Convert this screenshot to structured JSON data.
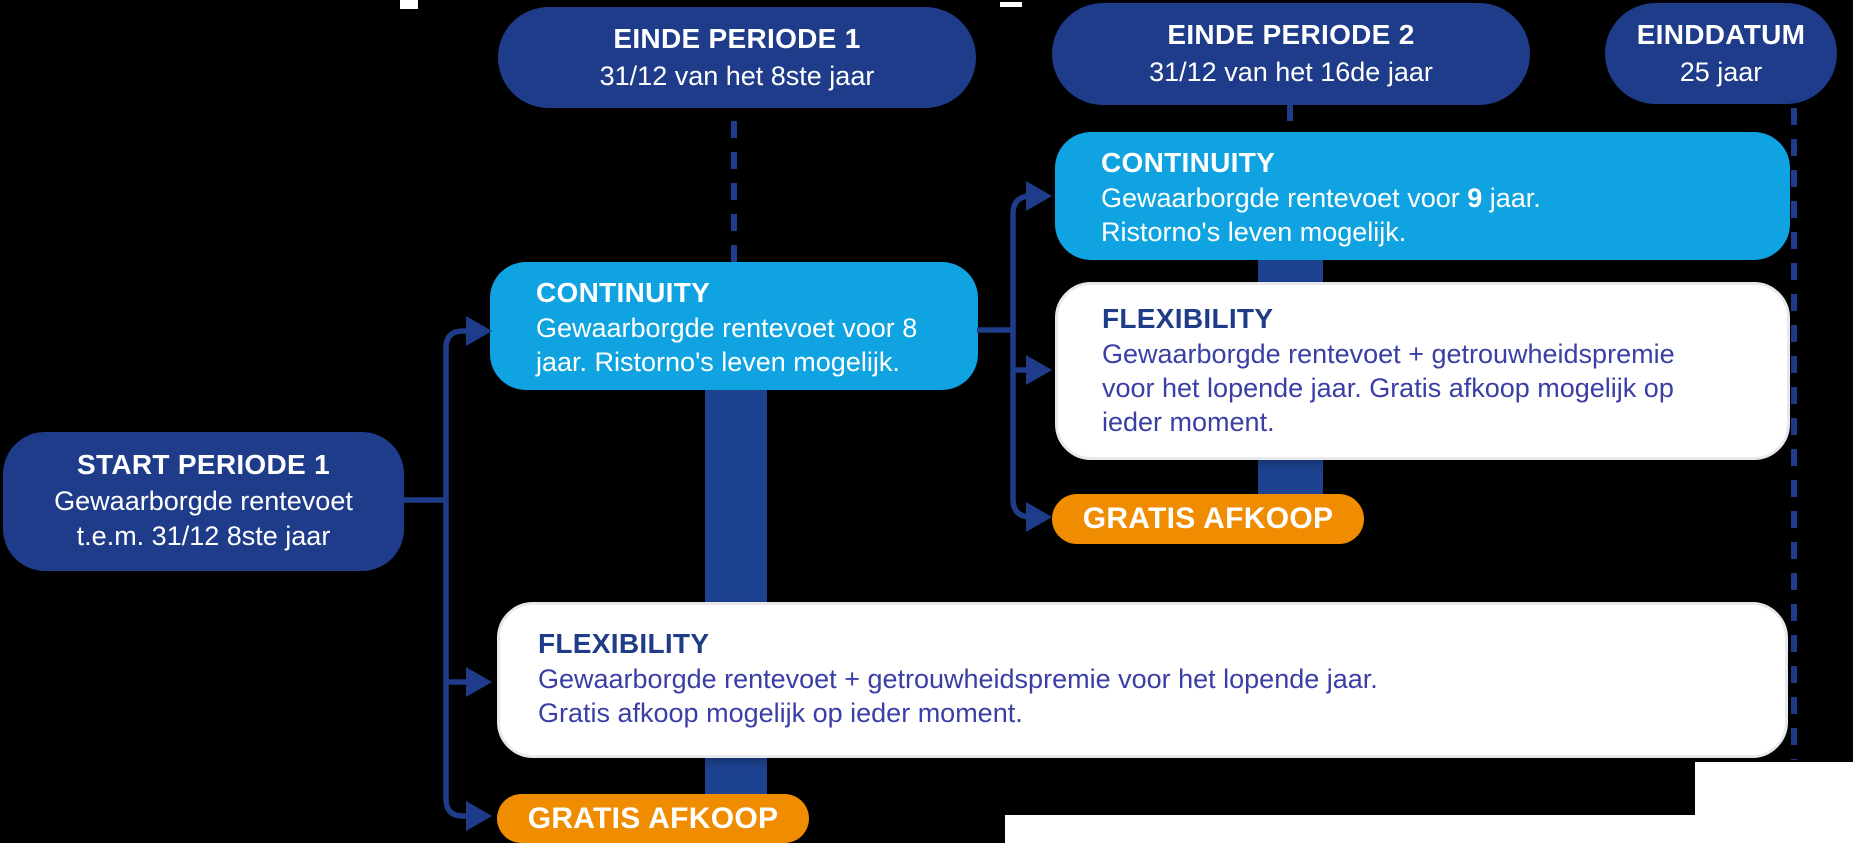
{
  "colors": {
    "navy": "#1e3c8a",
    "cyan": "#0fa3e1",
    "orange": "#f08c00",
    "bar_navy": "#1d4290",
    "white_box_heading": "#1e3c87",
    "white_box_body": "#3a3ea5",
    "white": "#ffffff"
  },
  "icons": {
    "connector_arrow": "arrow-right-icon"
  },
  "timeline": {
    "einde_periode_1": {
      "title": "EINDE PERIODE 1",
      "subtitle": "31/12 van het 8ste jaar"
    },
    "einde_periode_2": {
      "title": "EINDE PERIODE 2",
      "subtitle": "31/12 van het 16de jaar"
    },
    "einddatum": {
      "title": "EINDDATUM",
      "subtitle": "25 jaar"
    }
  },
  "start": {
    "title": "START PERIODE 1",
    "line1": "Gewaarborgde rentevoet",
    "line2": "t.e.m. 31/12 8ste jaar"
  },
  "period1": {
    "continuity": {
      "title": "CONTINUITY",
      "line1": "Gewaarborgde rentevoet voor 8",
      "line2": "jaar. Ristorno's leven mogelijk."
    },
    "flexibility": {
      "title": "FLEXIBILITY",
      "line1": "Gewaarborgde rentevoet + getrouwheidspremie voor het lopende jaar.",
      "line2": "Gratis afkoop mogelijk op ieder moment."
    },
    "gratis_afkoop": {
      "label": "GRATIS AFKOOP"
    }
  },
  "period2": {
    "continuity": {
      "title": "CONTINUITY",
      "line1_pre": "Gewaarborgde rentevoet voor ",
      "line1_bold": "9",
      "line1_post": " jaar.",
      "line2": "Ristorno's leven mogelijk."
    },
    "flexibility": {
      "title": "FLEXIBILITY",
      "line1": "Gewaarborgde rentevoet + getrouwheidspremie",
      "line2": "voor het lopende jaar. Gratis afkoop mogelijk op",
      "line3": "ieder moment."
    },
    "gratis_afkoop": {
      "label": "GRATIS AFKOOP"
    }
  }
}
